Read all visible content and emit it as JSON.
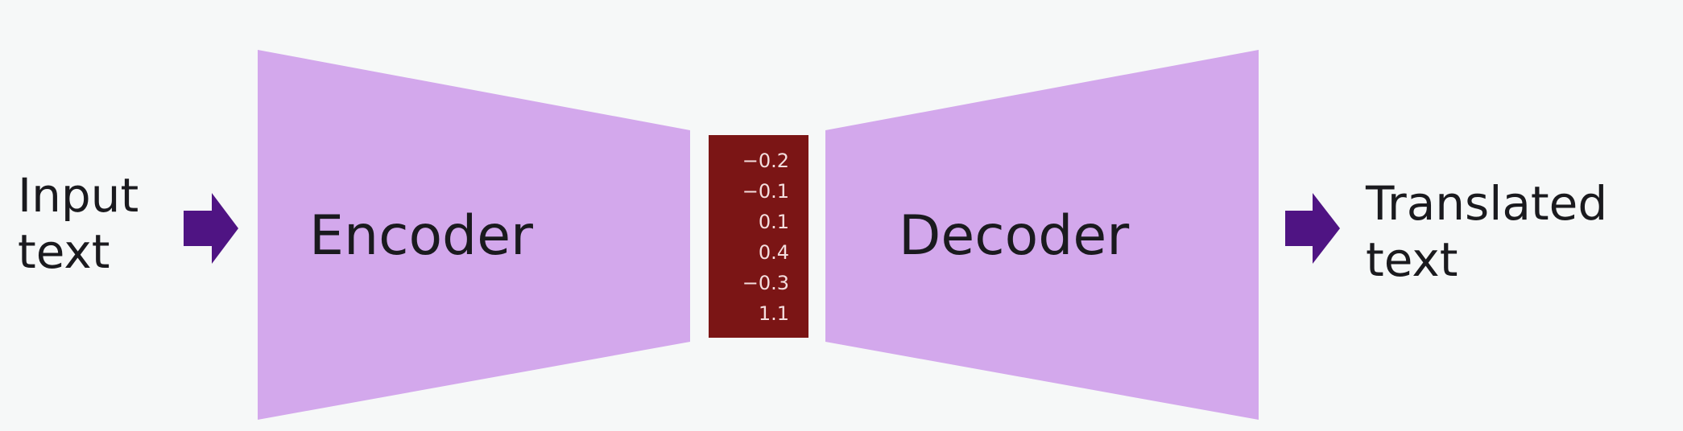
{
  "input": {
    "line1": "Input",
    "line2": "text"
  },
  "output": {
    "line1": "Translated",
    "line2": "text"
  },
  "encoder": {
    "label": "Encoder",
    "color": "#d3a8ec"
  },
  "decoder": {
    "label": "Decoder",
    "color": "#d3a8ec"
  },
  "arrow_color": "#4f1483",
  "embedding": {
    "color": "#7b1515",
    "values": [
      "−0.2",
      "−0.1",
      "0.1",
      "0.4",
      "−0.3",
      "1.1"
    ]
  }
}
